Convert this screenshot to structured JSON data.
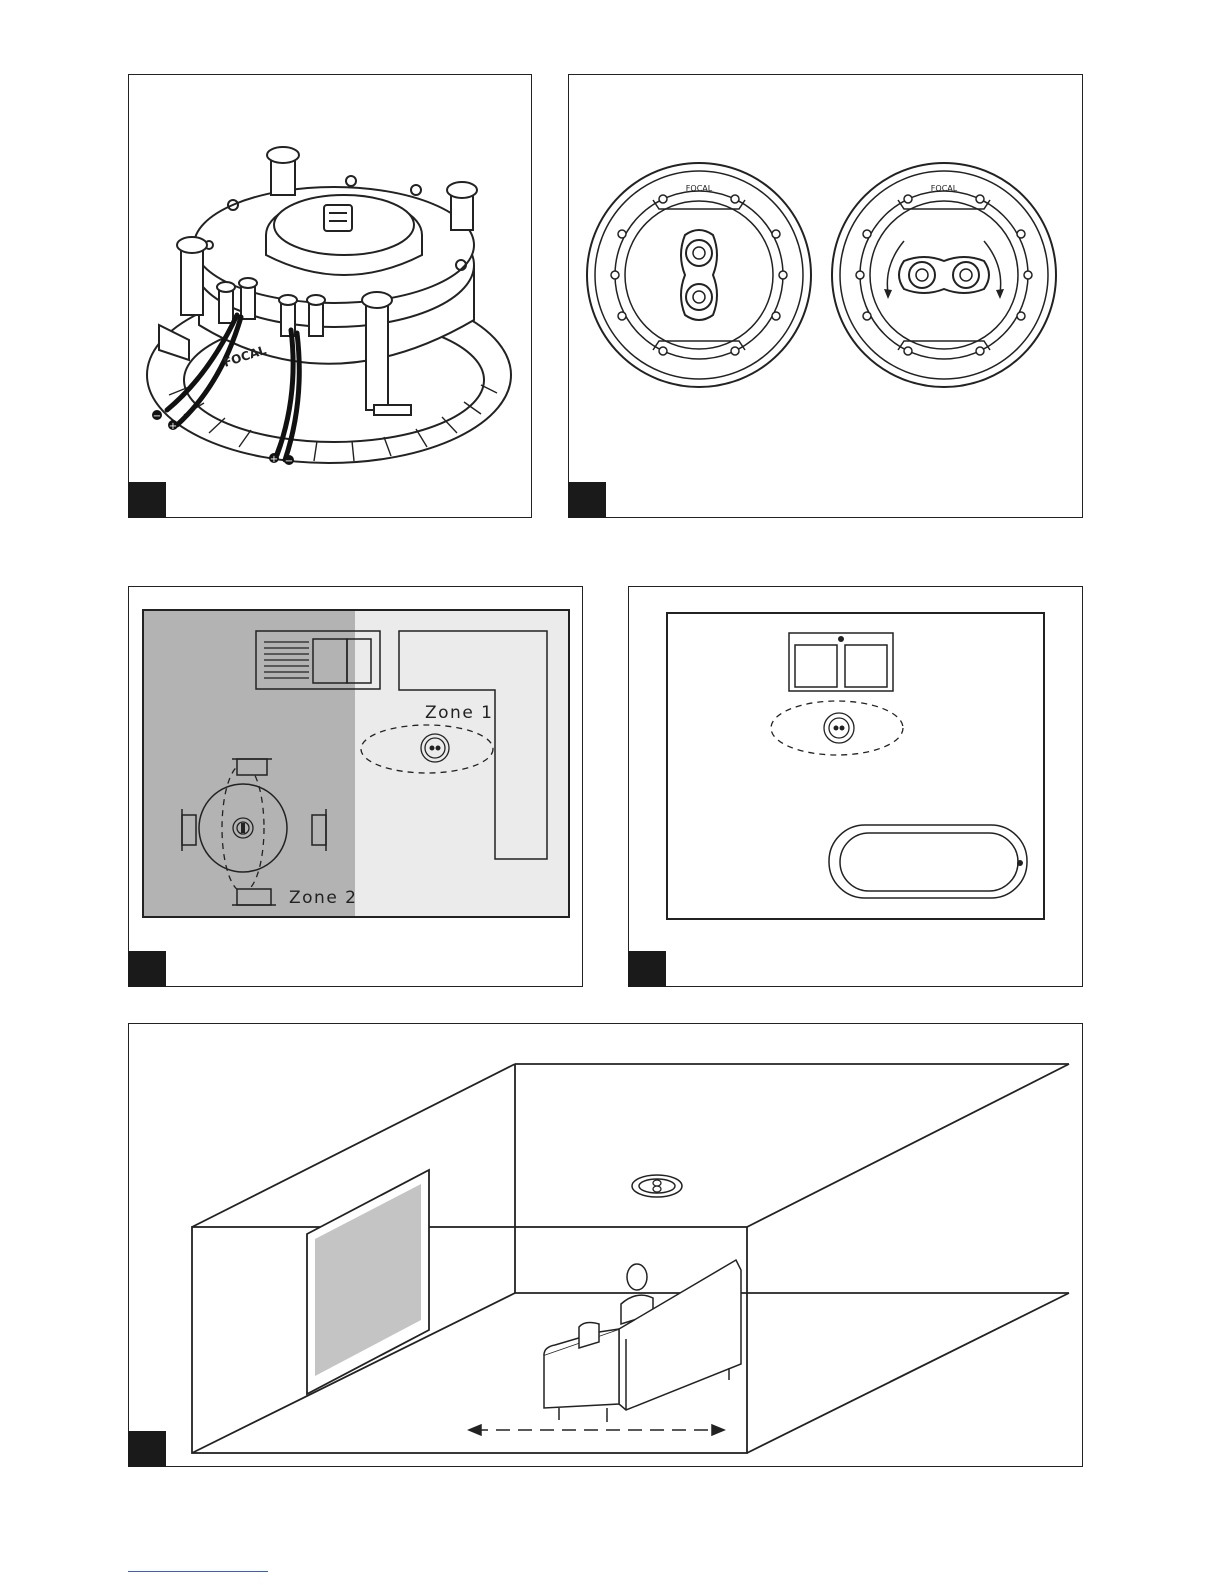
{
  "figure1": {
    "brand": "FOCAL",
    "wire_left_top": "−",
    "wire_left_bottom": "+",
    "wire_right_left": "+",
    "wire_right_right": "−"
  },
  "figure2": {
    "brand_left": "FOCAL",
    "brand_right": "FOCAL"
  },
  "figure3": {
    "zone1": "Zone 1",
    "zone2": "Zone 2"
  },
  "colors": {
    "dark_zone": "#b3b3b3",
    "light_zone": "#ebebeb",
    "screen": "#c4c4c4",
    "tag": "#1a1a1a",
    "link_line": "#3b5bd6"
  },
  "icons": {
    "speaker": "ceiling-speaker-icon",
    "listener": "person-on-sofa-icon"
  }
}
